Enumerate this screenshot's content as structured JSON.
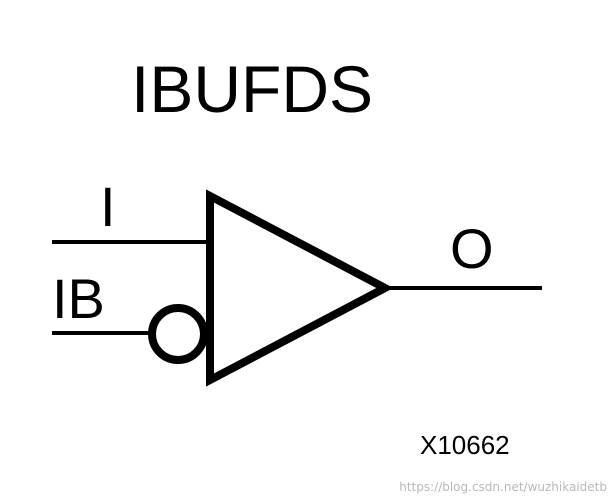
{
  "diagram": {
    "title": "IBUFDS",
    "pins": {
      "input_i": "I",
      "input_ib": "IB",
      "output_o": "O"
    },
    "figure_id": "X10662"
  },
  "watermark": "https://blog.csdn.net/wuzhikaidetb",
  "colors": {
    "stroke": "#000000",
    "background": "#ffffff",
    "watermark": "#b9b9b9"
  }
}
